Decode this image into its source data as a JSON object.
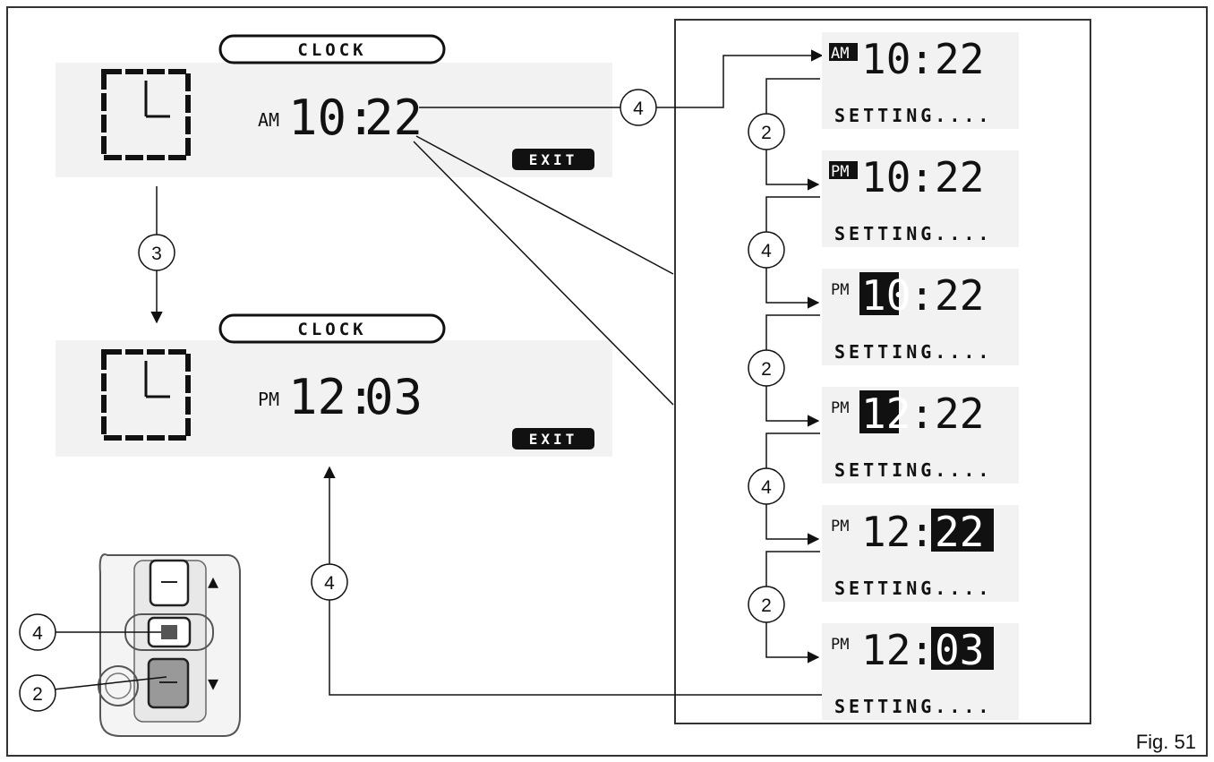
{
  "figure_label": "Fig. 51",
  "main_display": {
    "mode_label": "CLOCK",
    "time_before": {
      "period": "AM",
      "hour": "10",
      "minute": "22"
    },
    "time_after": {
      "period": "PM",
      "hour": "12",
      "minute": "03"
    },
    "exit_label": "EXIT"
  },
  "setting_steps": [
    {
      "period": "AM",
      "hour": "10",
      "minute": "22",
      "status": "SETTING...."
    },
    {
      "period": "PM",
      "hour": "10",
      "minute": "22",
      "status": "SETTING...."
    },
    {
      "period": "PM",
      "hour": "10",
      "minute": "22",
      "status": "SETTING...."
    },
    {
      "period": "PM",
      "hour": "12",
      "minute": "22",
      "status": "SETTING...."
    },
    {
      "period": "PM",
      "hour": "12",
      "minute": "22",
      "status": "SETTING...."
    },
    {
      "period": "PM",
      "hour": "12",
      "minute": "03",
      "status": "SETTING...."
    }
  ],
  "callouts": {
    "confirm": "4",
    "down": "2",
    "next_screen": "3",
    "between_steps": [
      "2",
      "4",
      "2",
      "4",
      "2"
    ]
  },
  "switch": {
    "up_arrow": "▲",
    "down_arrow": "▼"
  },
  "colors": {
    "ink": "#111111",
    "panel": "#f2f2f2",
    "frame": "#333333"
  },
  "icons": [
    "clock-icon",
    "handlebar-switch-icon"
  ]
}
